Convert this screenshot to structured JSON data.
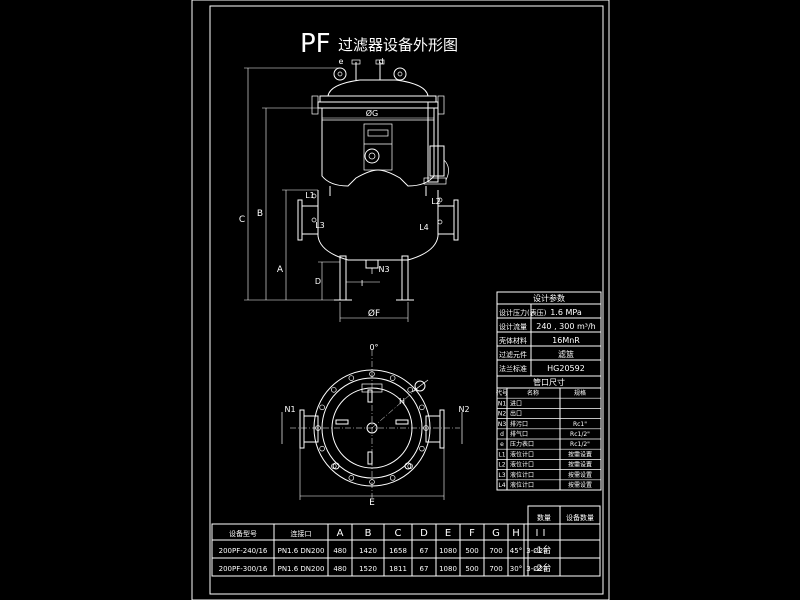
{
  "drawing": {
    "title_prefix": "PF",
    "title_main": "过滤器设备外形图",
    "labels": {
      "e": "e",
      "d": "d",
      "G": "ØG",
      "F": "ØF",
      "A": "A",
      "B": "B",
      "C": "C",
      "D": "D",
      "I": "I",
      "E": "E",
      "N1": "N1",
      "N2": "N2",
      "N3": "N3",
      "L1": "L1",
      "L2": "L2",
      "L3": "L3",
      "L4": "L4",
      "H": "H",
      "angle0": "0°"
    }
  },
  "design_params": {
    "header": "设计参数",
    "rows": [
      {
        "label": "设计压力(表压)",
        "value": "1.6   MPa"
      },
      {
        "label": "设计流量",
        "value": "240 , 300  m³/h"
      },
      {
        "label": "壳体材料",
        "value": "16MnR"
      },
      {
        "label": "过滤元件",
        "value": "滤篮"
      },
      {
        "label": "法兰标准",
        "value": "HG20592"
      }
    ]
  },
  "nozzles": {
    "header": "管口尺寸",
    "col_headers": [
      "代号",
      "名称",
      "规格"
    ],
    "rows": [
      {
        "code": "N1",
        "name": "进口",
        "spec": ""
      },
      {
        "code": "N2",
        "name": "出口",
        "spec": ""
      },
      {
        "code": "N3",
        "name": "排污口",
        "spec": "Rc1\""
      },
      {
        "code": "d",
        "name": "排气口",
        "spec": "Rc1/2\""
      },
      {
        "code": "e",
        "name": "压力表口",
        "spec": "Rc1/2\""
      },
      {
        "code": "L1",
        "name": "液位计口",
        "spec": "按需设置"
      },
      {
        "code": "L2",
        "name": "液位计口",
        "spec": "按需设置"
      },
      {
        "code": "L3",
        "name": "液位计口",
        "spec": "按需设置"
      },
      {
        "code": "L4",
        "name": "液位计口",
        "spec": "按需设置"
      }
    ]
  },
  "spec_table": {
    "headers": [
      "设备型号",
      "连接口",
      "A",
      "B",
      "C",
      "D",
      "E",
      "F",
      "G",
      "H",
      "I"
    ],
    "rows": [
      [
        "200PF-240/16",
        "PN1.6 DN200",
        "480",
        "1420",
        "1658",
        "67",
        "1080",
        "500",
        "700",
        "45°",
        "3-Ø24"
      ],
      [
        "200PF-300/16",
        "PN1.6 DN200",
        "480",
        "1520",
        "1811",
        "67",
        "1080",
        "500",
        "700",
        "30°",
        "3-Ø24"
      ]
    ],
    "side_headers": [
      "数量",
      "设备数量"
    ],
    "side_values": [
      "1台",
      "2台"
    ]
  }
}
